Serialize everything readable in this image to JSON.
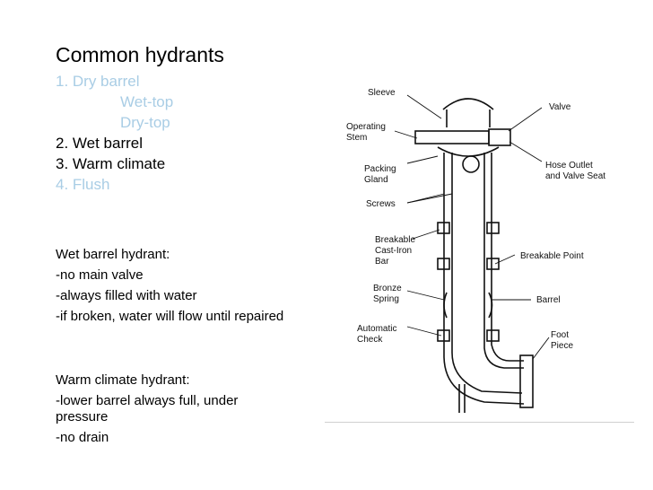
{
  "title": "Common hydrants",
  "hydrant_types": [
    {
      "label": "1. Dry barrel"
    },
    {
      "label": "Wet-top"
    },
    {
      "label": "Dry-top"
    },
    {
      "label": "2. Wet barrel"
    },
    {
      "label": "3. Warm climate"
    },
    {
      "label": "4. Flush"
    }
  ],
  "wet_barrel": {
    "heading": "Wet barrel hydrant:",
    "points": [
      "-no main valve",
      "-always filled with water",
      "-if broken, water will flow until repaired"
    ]
  },
  "warm_climate": {
    "heading": "Warm climate hydrant:",
    "points": [
      "-lower barrel always full, under pressure",
      "-no drain"
    ]
  },
  "diagram_labels": {
    "sleeve": "Sleeve",
    "operating": "Operating",
    "stem": "Stem",
    "packing": "Packing",
    "gland": "Gland",
    "screws": "Screws",
    "breakable": "Breakable",
    "cast_iron": "Cast-Iron",
    "bar": "Bar",
    "bronze": "Bronze",
    "spring": "Spring",
    "automatic": "Automatic",
    "check": "Check",
    "valve": "Valve",
    "hose_outlet": "Hose Outlet",
    "valve_seat": "and Valve Seat",
    "breakable_point": "Breakable Point",
    "barrel": "Barrel",
    "foot": "Foot",
    "piece": "Piece"
  },
  "colors": {
    "faded_item": "#a9cde5",
    "text": "#000000"
  }
}
